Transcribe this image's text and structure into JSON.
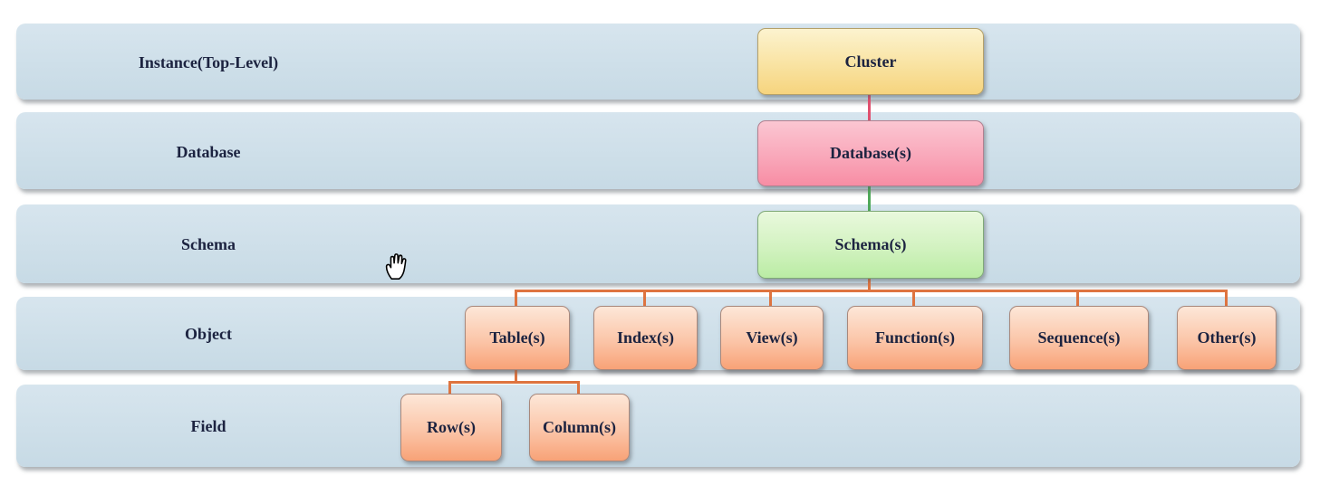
{
  "diagram": {
    "rows": [
      {
        "label": "Instance(Top-Level)"
      },
      {
        "label": "Database"
      },
      {
        "label": "Schema"
      },
      {
        "label": "Object"
      },
      {
        "label": "Field"
      }
    ],
    "nodes": {
      "cluster": "Cluster",
      "databases": "Database(s)",
      "schemas": "Schema(s)",
      "objects": [
        {
          "label": "Table(s)"
        },
        {
          "label": "Index(s)"
        },
        {
          "label": "View(s)"
        },
        {
          "label": "Function(s)"
        },
        {
          "label": "Sequence(s)"
        },
        {
          "label": "Other(s)"
        }
      ],
      "fields": [
        {
          "label": "Row(s)"
        },
        {
          "label": "Column(s)"
        }
      ]
    },
    "colors": {
      "band_fill": "#cedfe9",
      "cluster_fill_top": "#fcf3cf",
      "cluster_fill_bottom": "#f6d47e",
      "database_fill_top": "#fbc6d2",
      "database_fill_bottom": "#f78da4",
      "schema_fill_top": "#e9f9dd",
      "schema_fill_bottom": "#baeca4",
      "object_fill_top": "#fde7d8",
      "object_fill_bottom": "#f8a277",
      "connector_pink": "#e0506e",
      "connector_green": "#50a85a",
      "connector_orange": "#de7440",
      "text": "#1c2340"
    },
    "cursor": "grab-hand"
  }
}
